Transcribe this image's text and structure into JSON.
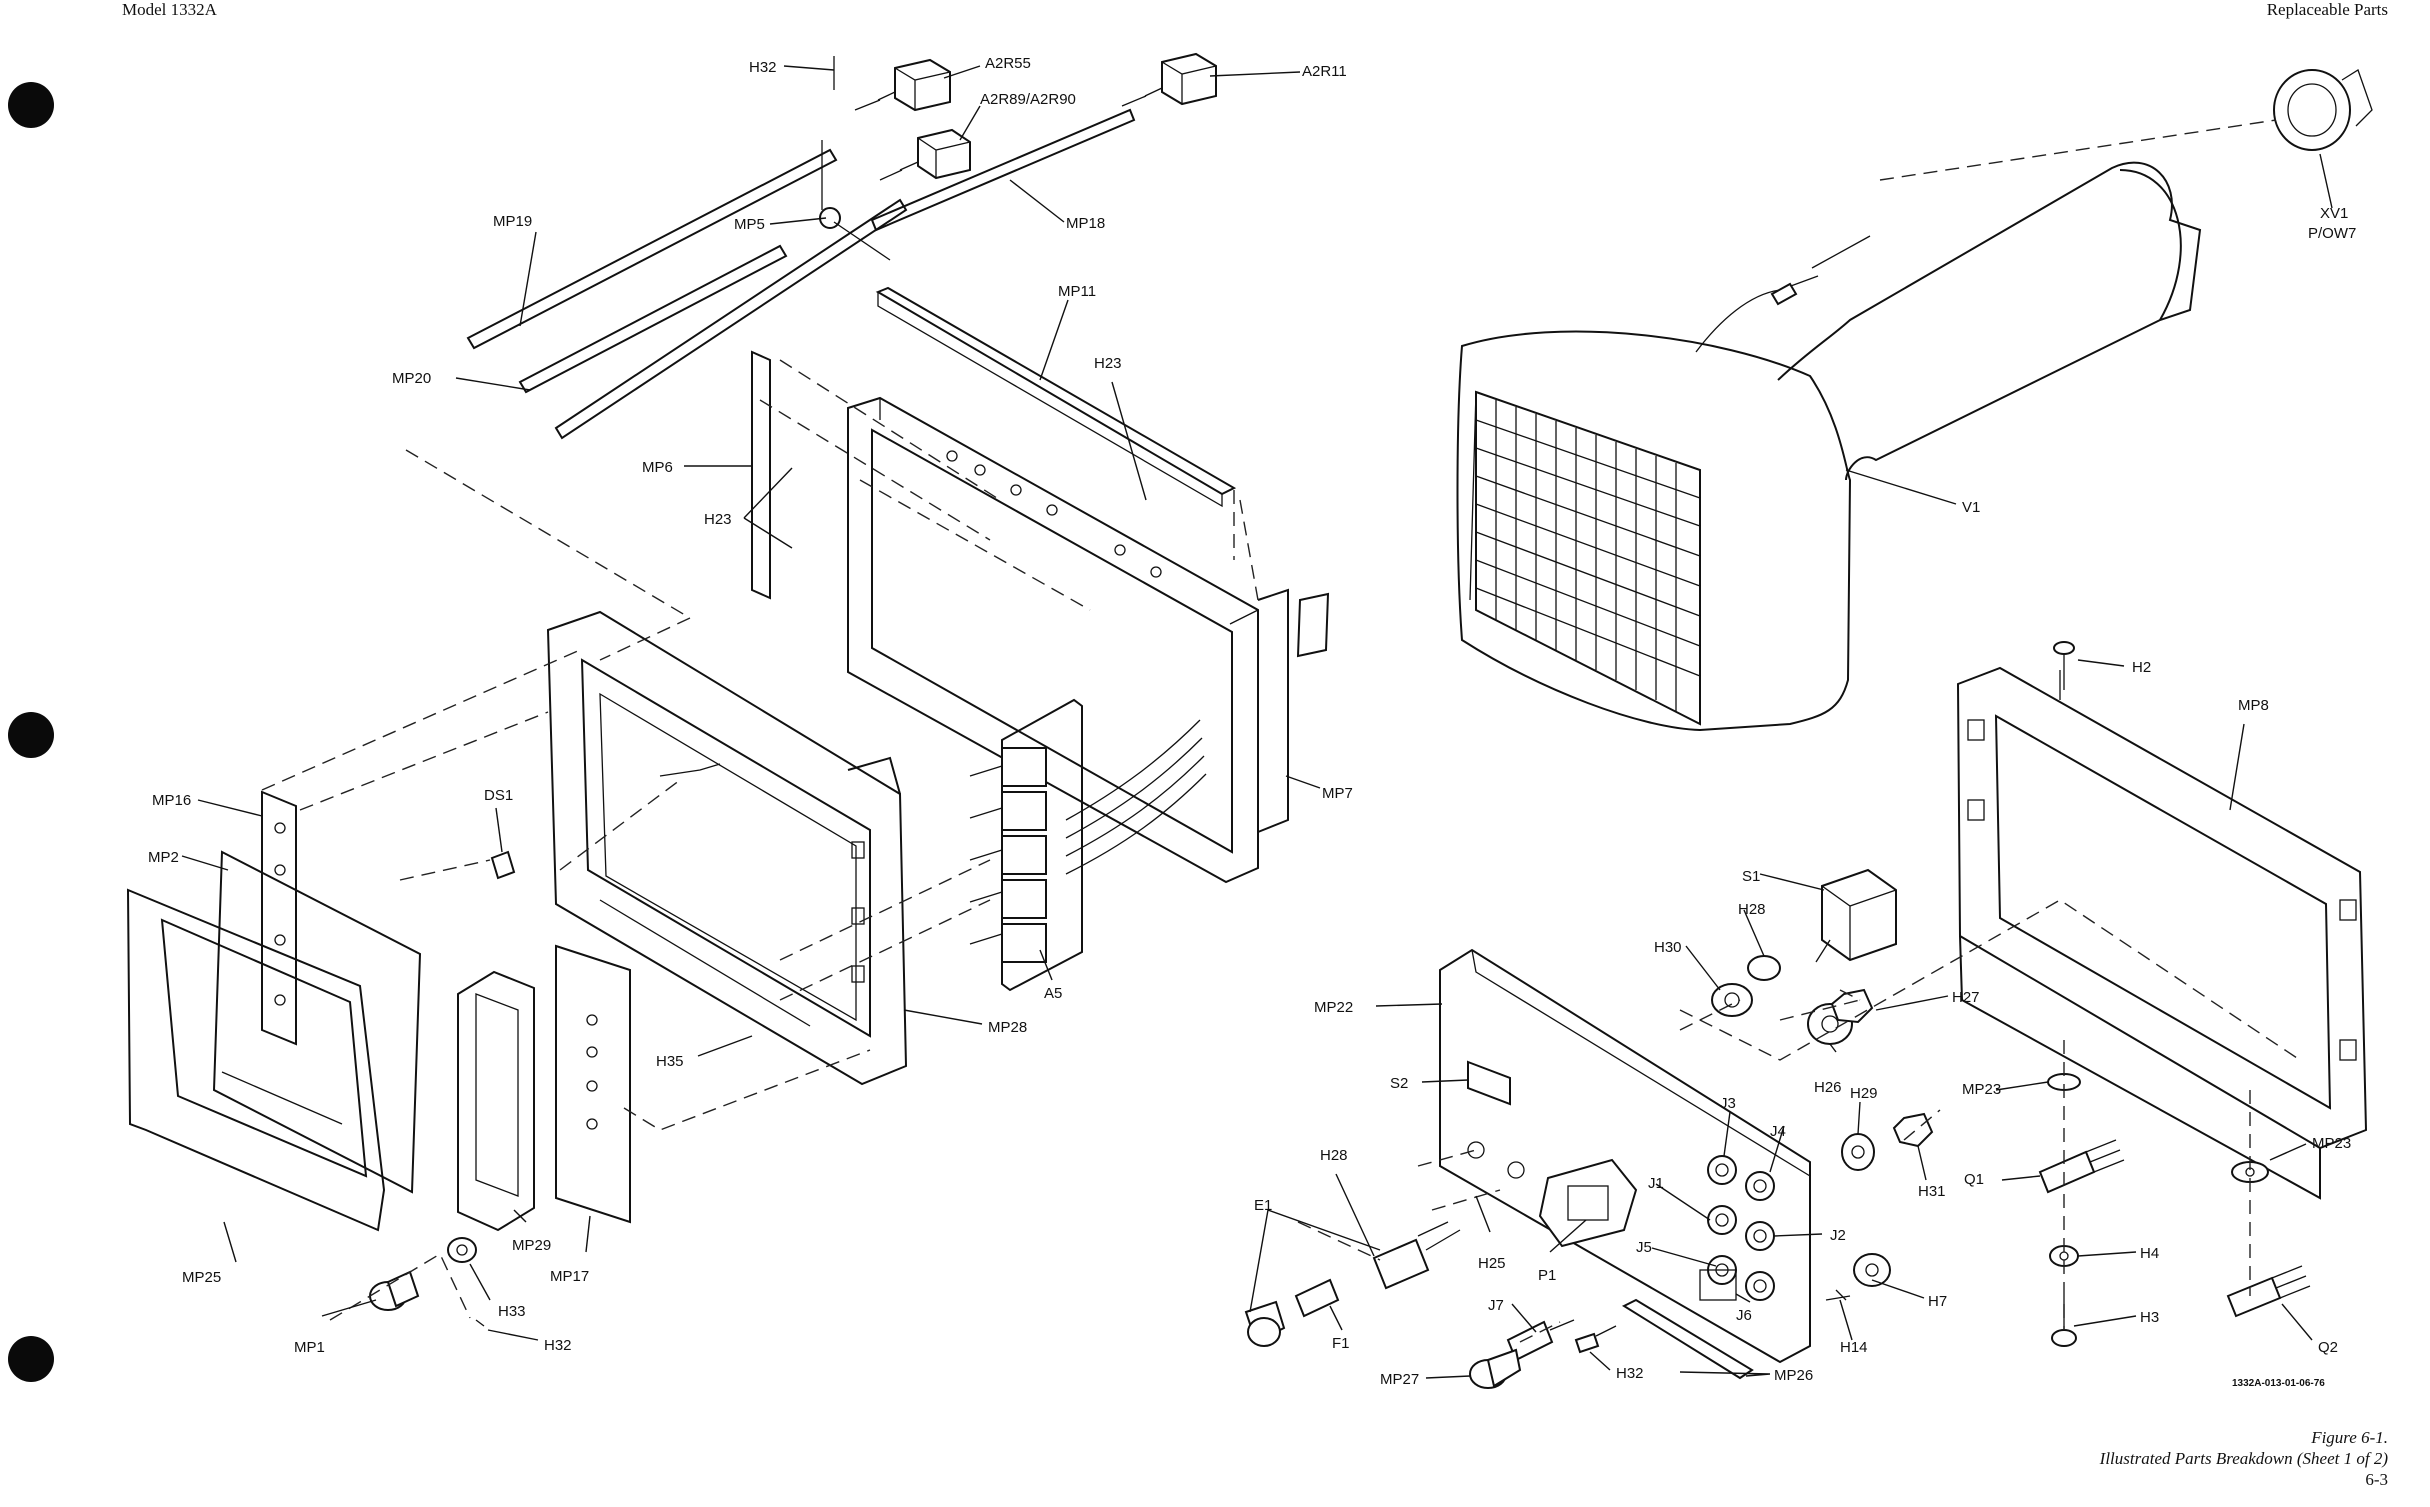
{
  "header": {
    "left": "Model 1332A",
    "right": "Replaceable Parts"
  },
  "caption": {
    "figure": "Figure 6-1.",
    "title": "Illustrated Parts Breakdown (Sheet 1 of 2)",
    "page": "6-3"
  },
  "drawing_code": "1332A-013-01-06-76",
  "labels": {
    "H32_top": "H32",
    "A2R55": "A2R55",
    "A2R89": "A2R89/A2R90",
    "A2R11": "A2R11",
    "MP19": "MP19",
    "MP5": "MP5",
    "MP18": "MP18",
    "MP11": "MP11",
    "H23_top": "H23",
    "MP20": "MP20",
    "MP6": "MP6",
    "H23_left": "H23",
    "MP16": "MP16",
    "DS1": "DS1",
    "MP2": "MP2",
    "MP7": "MP7",
    "A5": "A5",
    "MP28": "MP28",
    "H35": "H35",
    "MP29": "MP29",
    "MP17": "MP17",
    "MP25": "MP25",
    "H33": "H33",
    "MP1": "MP1",
    "H32_bottom": "H32",
    "XV1": "XV1",
    "POW7": "P/OW7",
    "V1": "V1",
    "H2": "H2",
    "MP8": "MP8",
    "S1": "S1",
    "H28_top": "H28",
    "H30": "H30",
    "H27": "H27",
    "MP22": "MP22",
    "H26": "H26",
    "S2": "S2",
    "H29": "H29",
    "MP23_a": "MP23",
    "J3": "J3",
    "J4": "J4",
    "H31": "H31",
    "MP23_b": "MP23",
    "H28_bottom": "H28",
    "J1": "J1",
    "Q1": "Q1",
    "E1": "E1",
    "J2": "J2",
    "J5": "J5",
    "H25": "H25",
    "P1": "P1",
    "H4": "H4",
    "J6": "J6",
    "H7": "H7",
    "J7": "J7",
    "H3": "H3",
    "F1": "F1",
    "H14": "H14",
    "Q2": "Q2",
    "MP27": "MP27",
    "H32_right": "H32",
    "MP26": "MP26"
  }
}
